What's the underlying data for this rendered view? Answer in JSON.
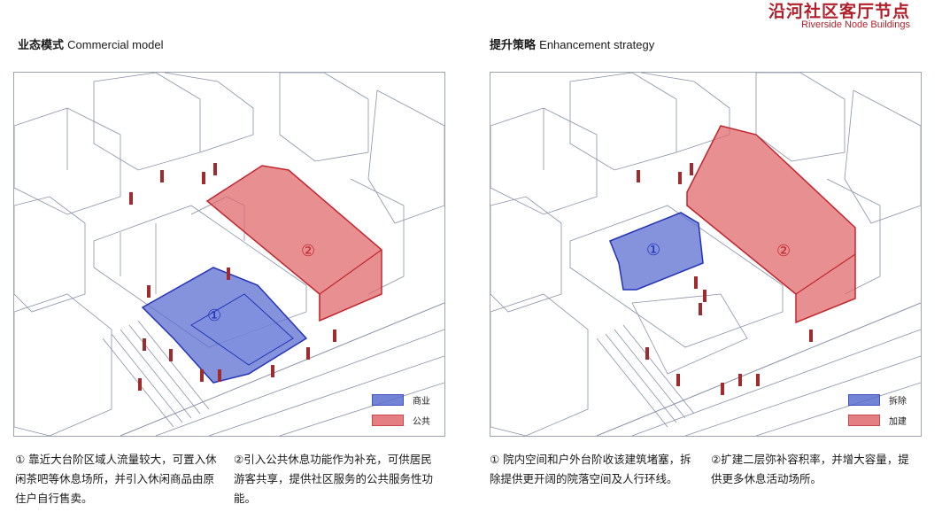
{
  "header": {
    "title": "沿河社区客厅节点",
    "subtitle": "Riverside Node Buildings"
  },
  "panels": [
    {
      "heading_zh": "业态模式",
      "heading_en": "Commercial model",
      "marker_1": "①",
      "marker_2": "②",
      "legend": [
        {
          "label": "商业",
          "color": "#5b6fd0"
        },
        {
          "label": "公共",
          "color": "#e06a6e"
        }
      ],
      "desc_1": "① 靠近大台阶区域人流量较大，可置入休闲茶吧等休息场所，并引入休闲商品由原住户自行售卖。",
      "desc_2": "②引入公共休息功能作为补充，可供居民游客共享，提供社区服务的公共服务性功能。"
    },
    {
      "heading_zh": "提升策略",
      "heading_en": "Enhancement strategy",
      "marker_1": "①",
      "marker_2": "②",
      "legend": [
        {
          "label": "拆除",
          "color": "#5b6fd0"
        },
        {
          "label": "加建",
          "color": "#e06a6e"
        }
      ],
      "desc_1": "① 院内空间和户外台阶收该建筑堵塞，拆除提供更开阔的院落空间及人行环线。",
      "desc_2": "②扩建二层弥补容积率，并增大容量，提供更多休息活动场所。"
    }
  ]
}
